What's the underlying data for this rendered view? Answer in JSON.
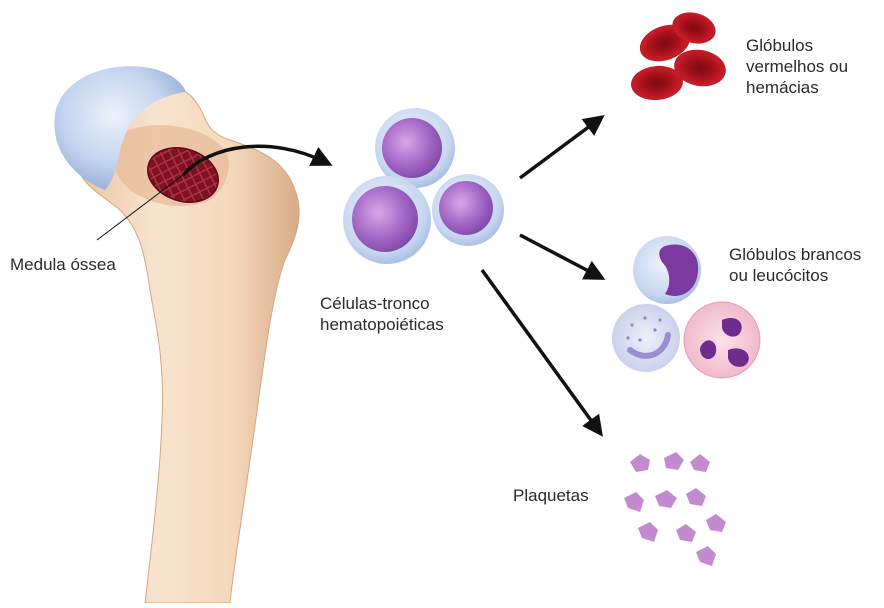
{
  "labels": {
    "marrow": "Medula óssea",
    "stem_cells": [
      "Células-tronco",
      "hematopoiéticas"
    ],
    "red_cells": [
      "Glóbulos",
      "vermelhos ou",
      "hemácias"
    ],
    "white_cells": [
      "Glóbulos brancos",
      "ou leucócitos"
    ],
    "platelets": "Plaquetas"
  },
  "colors": {
    "bone": "#f3d6b8",
    "bone_shadow": "#d9ad88",
    "cartilage": "#b9ccec",
    "marrow": "#8e1b2a",
    "red_cell": "#b4141e",
    "stem_cell_membrane": "#c6d6f0",
    "stem_cell_nucleus": "#9b5cc0",
    "platelet": "#c48ad0",
    "arrow": "#111111"
  }
}
